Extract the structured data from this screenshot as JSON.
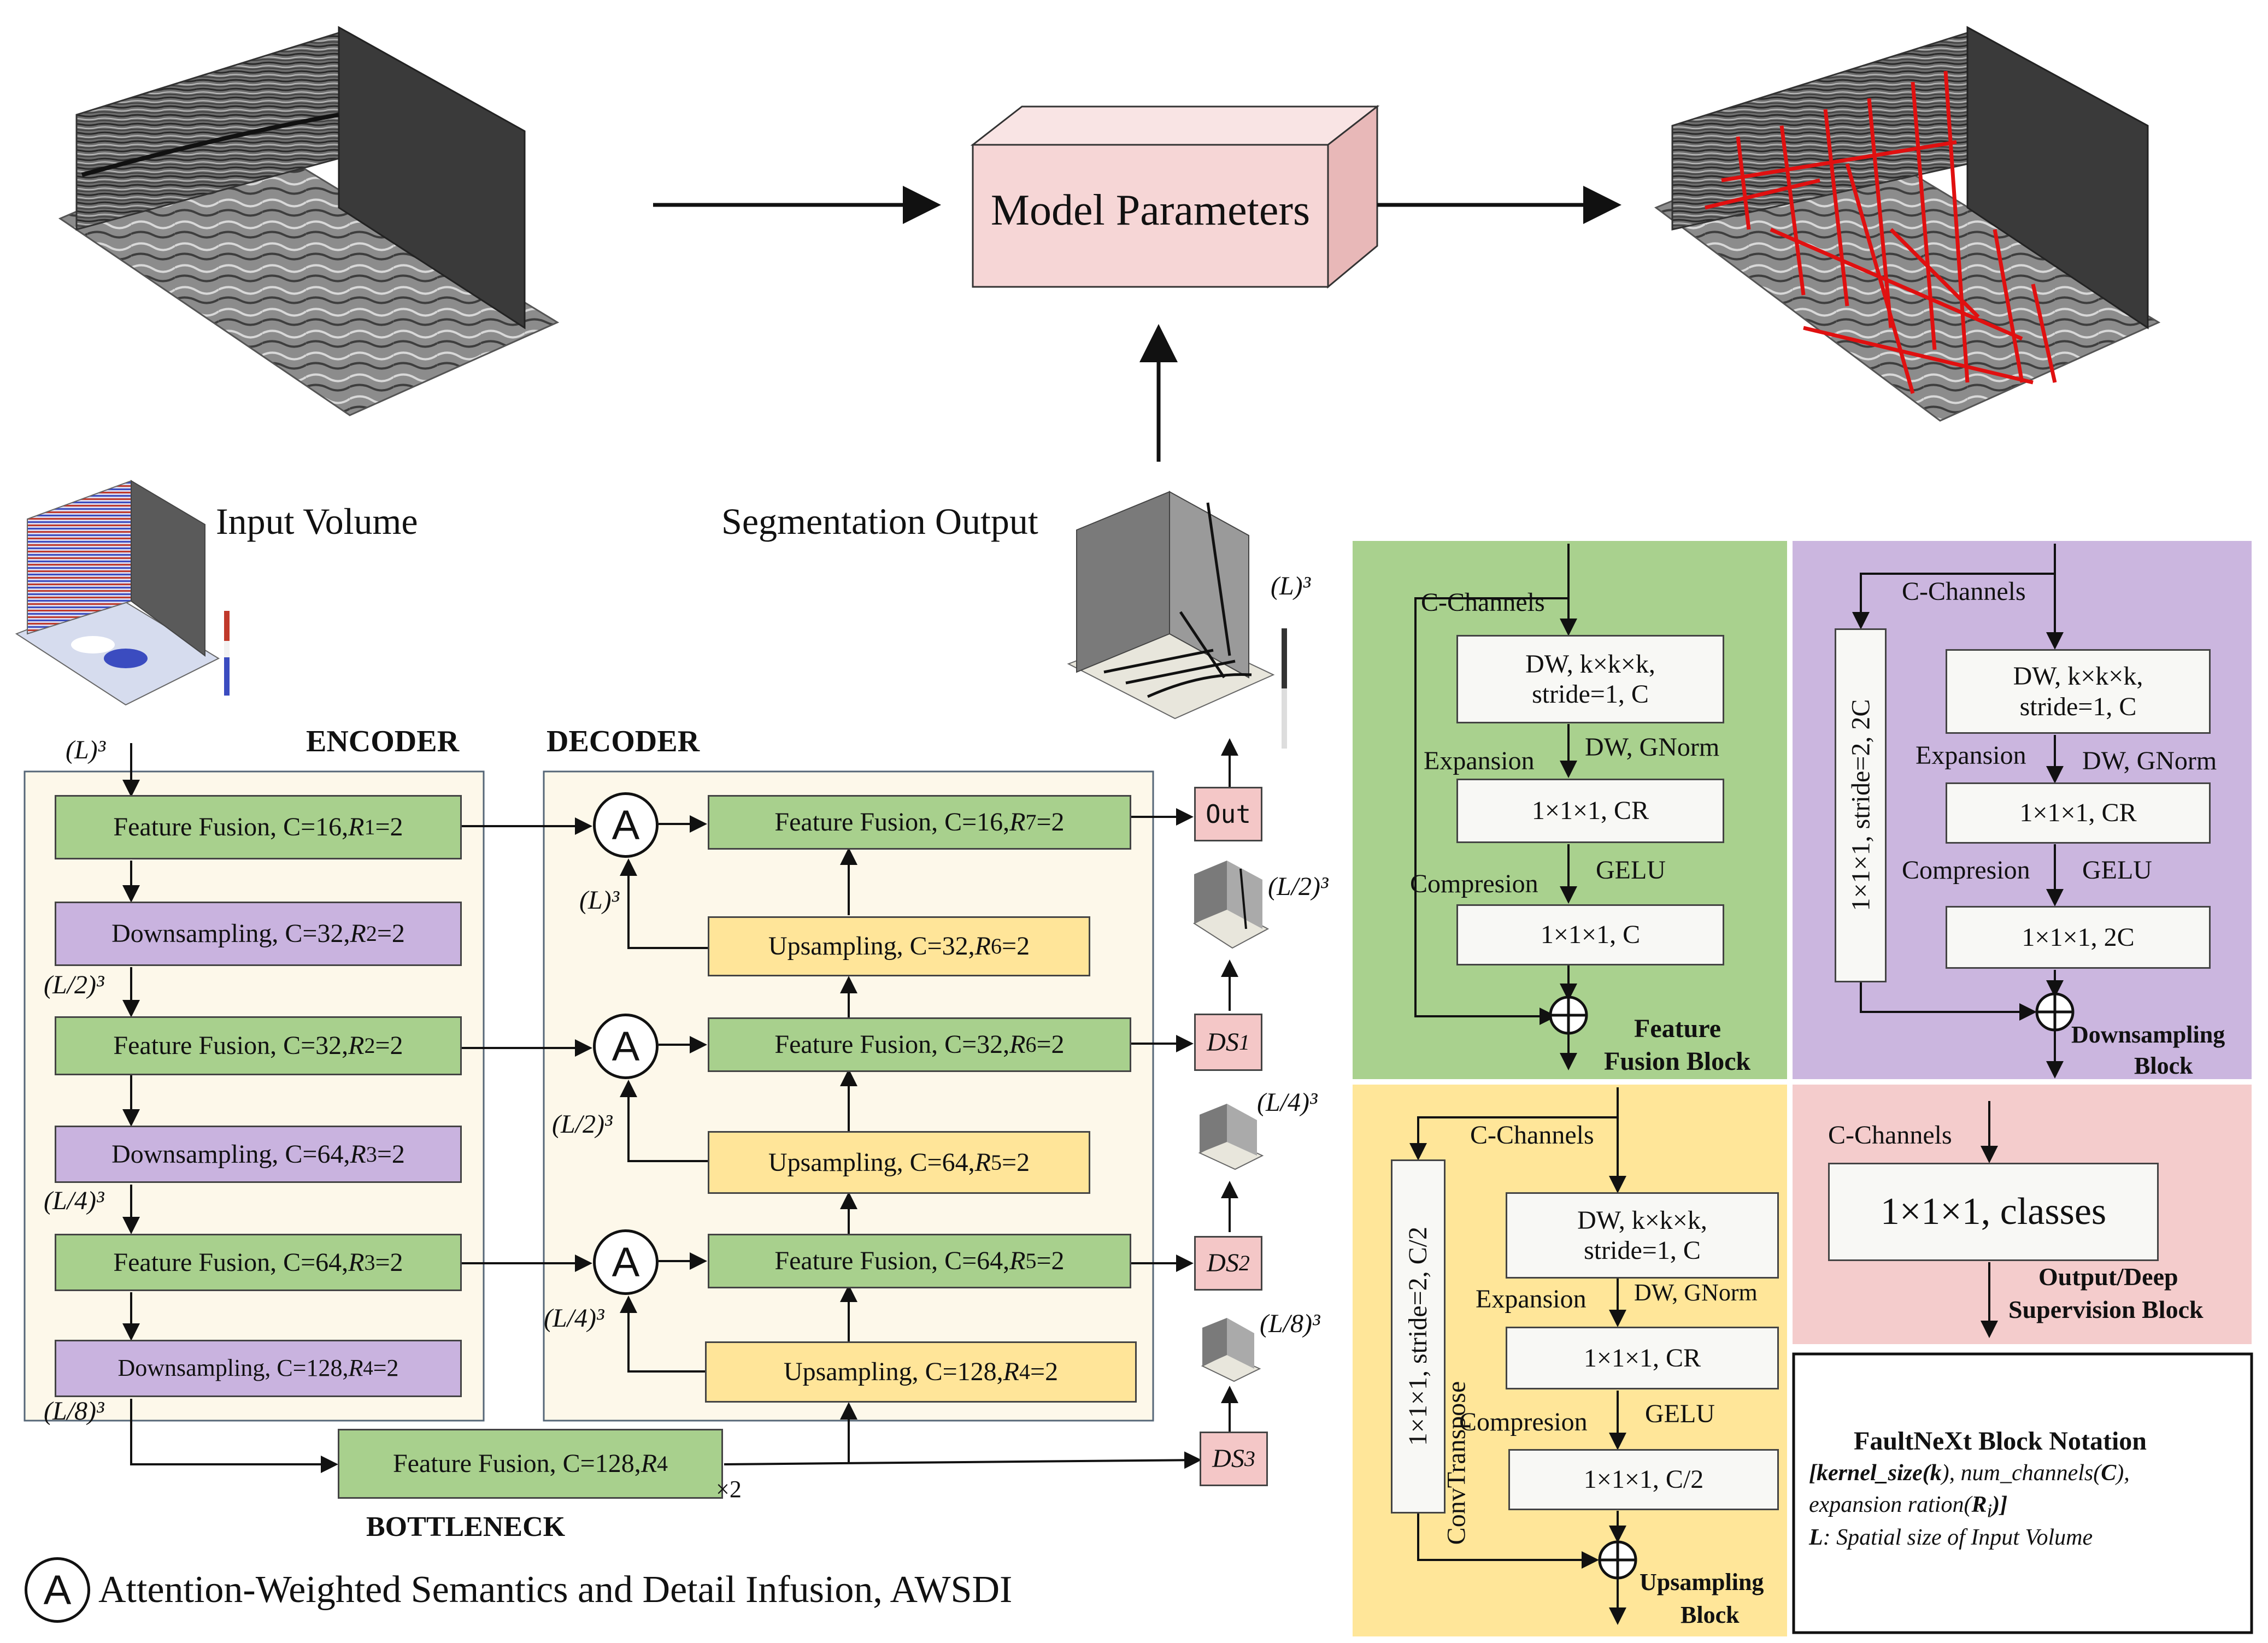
{
  "top": {
    "model_parameters": "Model Parameters"
  },
  "labels": {
    "input_volume": "Input Volume",
    "segmentation_output": "Segmentation Output",
    "encoder": "ENCODER",
    "decoder": "DECODER",
    "bottleneck": "BOTTLENECK",
    "repeat_x2": "×2",
    "awsdi_symbol": "A",
    "awsdi_legend": "Attention-Weighted Semantics and Detail Infusion, AWSDI"
  },
  "dims": {
    "l3_input": "(L)³",
    "l2_enc": "(L/2)³",
    "l4_enc": "(L/4)³",
    "l8_enc": "(L/8)³",
    "l3_dec": "(L)³",
    "l2_dec": "(L/2)³",
    "l4_dec": "(L/4)³",
    "l3_out": "(L)³",
    "l2_out": "(L/2)³",
    "l4_out": "(L/4)³",
    "l8_out": "(L/8)³"
  },
  "encoder": [
    {
      "main": "Feature Fusion, C=16, ",
      "r": "R",
      "sub": "1",
      "tail": "=2"
    },
    {
      "main": "Downsampling, C=32, ",
      "r": "R",
      "sub": "2",
      "tail": "=2"
    },
    {
      "main": "Feature Fusion, C=32, ",
      "r": "R",
      "sub": "2",
      "tail": "=2"
    },
    {
      "main": "Downsampling, C=64, ",
      "r": "R",
      "sub": "3",
      "tail": "=2"
    },
    {
      "main": "Feature Fusion, C=64, ",
      "r": "R",
      "sub": "3",
      "tail": "=2"
    },
    {
      "main": "Downsampling, C=128, ",
      "r": "R",
      "sub": "4",
      "tail": "=2"
    }
  ],
  "bottleneck_block": {
    "main": "Feature Fusion, C=128, ",
    "r": "R",
    "sub": "4",
    "tail": ""
  },
  "decoder": [
    {
      "main": "Feature Fusion, C=16, ",
      "r": "R",
      "sub": "7",
      "tail": "=2"
    },
    {
      "main": "Upsampling, C=32, ",
      "r": "R",
      "sub": "6",
      "tail": "=2"
    },
    {
      "main": "Feature Fusion, C=32, ",
      "r": "R",
      "sub": "6",
      "tail": "=2"
    },
    {
      "main": "Upsampling, C=64, ",
      "r": "R",
      "sub": "5",
      "tail": "=2"
    },
    {
      "main": "Feature Fusion, C=64, ",
      "r": "R",
      "sub": "5",
      "tail": "=2"
    },
    {
      "main": "Upsampling, C=128, ",
      "r": "R",
      "sub": "4",
      "tail": "=2"
    }
  ],
  "outputs": {
    "out": "Out",
    "ds_main": "DS",
    "ds1": "1",
    "ds2": "2",
    "ds3": "3"
  },
  "feature_fusion_block": {
    "c_channels": "C-Channels",
    "dw1": "DW, k×k×k,",
    "dw2": "stride=1, C",
    "expansion": "Expansion",
    "dw_gnorm": "DW, GNorm",
    "cr": "1×1×1, CR",
    "compression": "Compresion",
    "gelu": "GELU",
    "last": "1×1×1, C",
    "title1": "Feature",
    "title2": "Fusion Block"
  },
  "downsampling_block": {
    "c_channels": "C-Channels",
    "side": "1×1×1, stride=2, 2C",
    "dw1": "DW, k×k×k,",
    "dw2": "stride=1, C",
    "expansion": "Expansion",
    "dw_gnorm": "DW, GNorm",
    "cr": "1×1×1, CR",
    "compression": "Compresion",
    "gelu": "GELU",
    "last": "1×1×1, 2C",
    "title1": "Downsampling",
    "title2": "Block"
  },
  "upsampling_block": {
    "c_channels": "C-Channels",
    "convtranspose": "ConvTranspose",
    "side": "1×1×1, stride=2, C/2",
    "dw1": "DW, k×k×k,",
    "dw2": "stride=1, C",
    "expansion": "Expansion",
    "dw_gnorm": "DW, GNorm",
    "cr": "1×1×1, CR",
    "compression": "Compresion",
    "gelu": "GELU",
    "last": "1×1×1, C/2",
    "title1": "Upsampling",
    "title2": "Block"
  },
  "output_block": {
    "c_channels": "C-Channels",
    "classes": "1×1×1, classes",
    "title1": "Output/Deep",
    "title2": "Supervision Block"
  },
  "notation": {
    "title": "FaultNeXt Block Notation",
    "line1a": "[kernel_size(",
    "line1k": "k",
    "line1b": "), num_channels(",
    "line1c": "C",
    "line1d": "),",
    "line2a": "expansion ration(",
    "line2r": "R",
    "line2i": "i",
    "line2b": ")]",
    "line3l": "L",
    "line3": ": Spatial size of Input Volume"
  },
  "colors": {
    "green": "#a8d08d",
    "purple": "#c9b3df",
    "yellow": "#ffe599",
    "pink": "#f4c7c7",
    "panel_bg": "#fdf8ea",
    "fault_red": "#e01010"
  }
}
